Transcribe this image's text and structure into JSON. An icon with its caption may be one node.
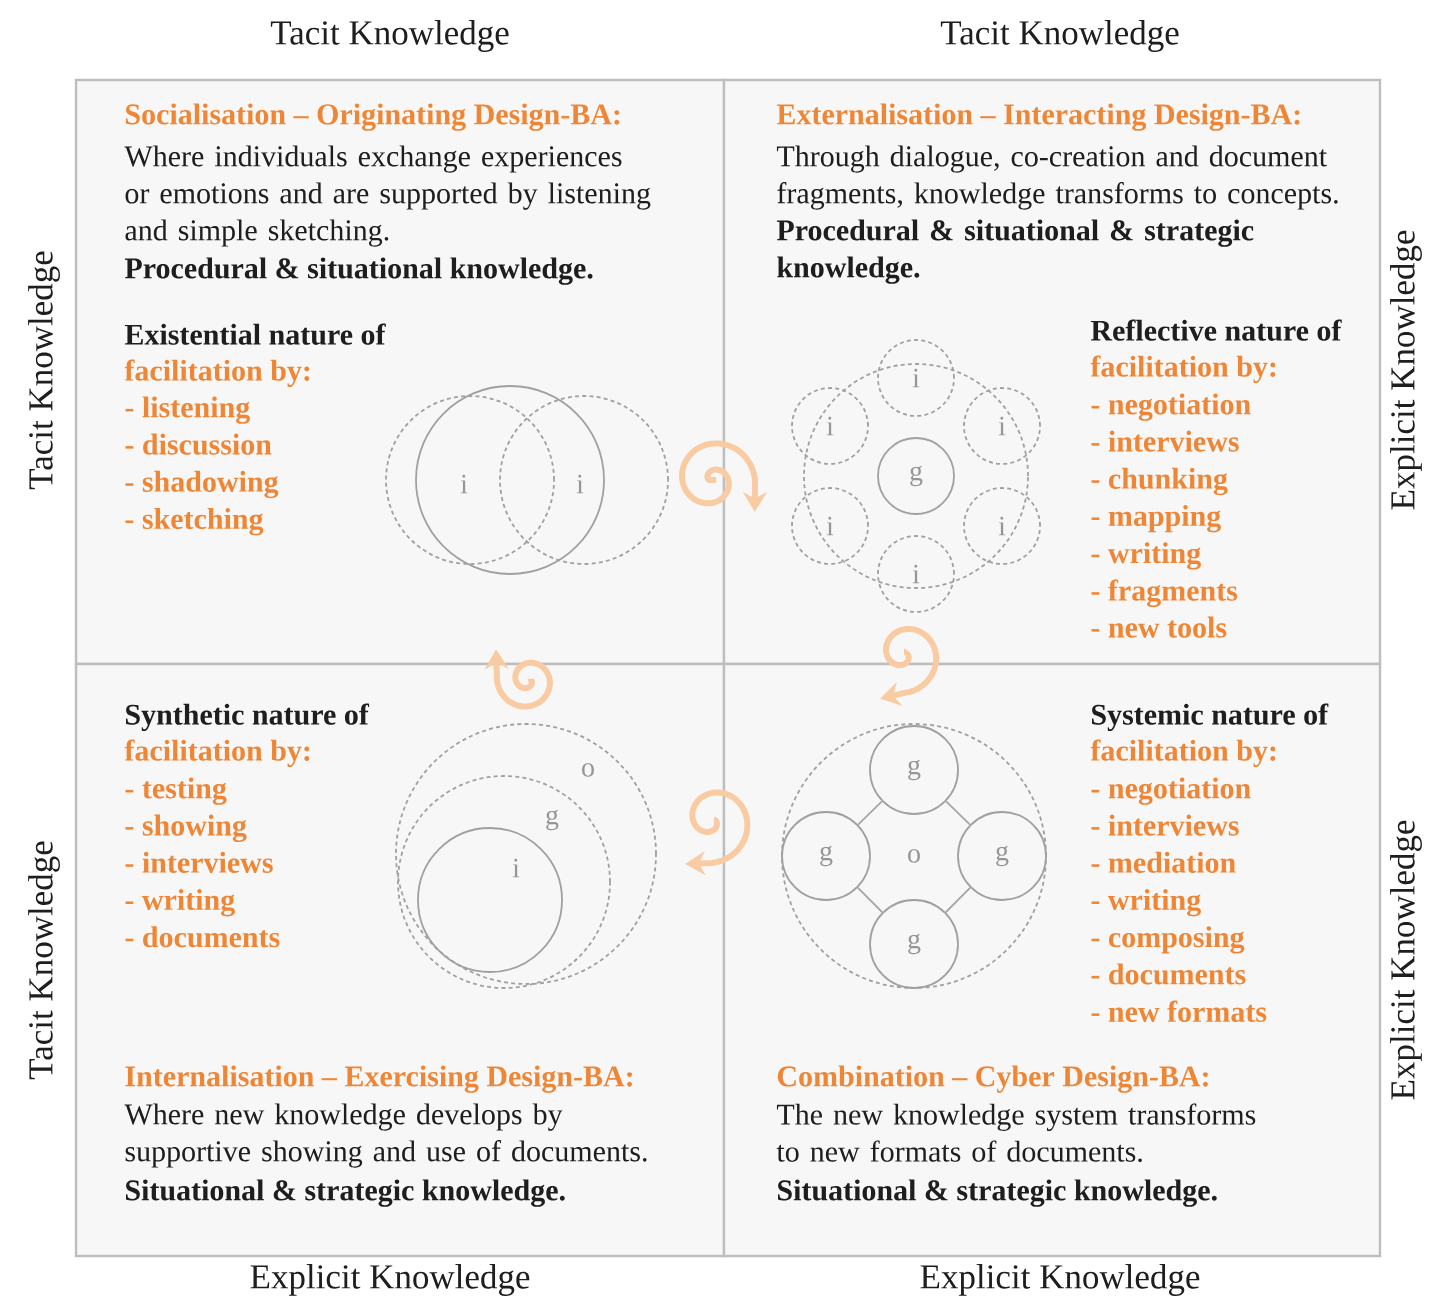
{
  "diagram": {
    "nodes": [
      {
        "text": [
          "Socialisation – Originating Design-BA:",
          "Where individuals exchange experiences or emotions and are supported by listening and simple sketching.",
          "Procedural & situational knowledge.",
          "Existential nature of",
          "facilitation by:",
          "- listening",
          "- discussion",
          "- shadowing",
          "- sketching"
        ]
      },
      {
        "text": [
          "i"
        ],
        "in": 0
      },
      {
        "text": [
          "i"
        ],
        "in": 0
      },
      {
        "text": [],
        "shape": "circle",
        "in": 0
      },
      {
        "text": [
          "Externalisation – Interacting Design-BA:",
          "Through dialogue, co-creation and document fragments, knowledge transforms to concepts.",
          "Procedural & situational & strategic knowledge.",
          "Reflective nature of",
          "facilitation by:",
          "- negotiation",
          "- interviews",
          "- chunking",
          "- mapping",
          "- writing",
          "- fragments",
          "- new tools"
        ]
      },
      {
        "text": [],
        "shape": "circle",
        "in": 4
      },
      {
        "text": [
          "i"
        ],
        "in": 4
      },
      {
        "text": [
          "i"
        ],
        "in": 4
      },
      {
        "text": [
          "i"
        ],
        "in": 4
      },
      {
        "text": [
          "g"
        ],
        "in": 5
      },
      {
        "text": [
          "i"
        ],
        "in": 4
      },
      {
        "text": [
          "i"
        ],
        "in": 4
      },
      {
        "text": [
          "i"
        ],
        "in": 4
      },
      {
        "text": [
          "Synthetic nature of",
          "facilitation by:",
          "- testing",
          "- showing",
          "- interviews",
          "- writing",
          "- documents",
          "Internalisation – Exercising Design-BA:",
          "Where new knowledge develops by supportive showing and use of documents.",
          "Situational & strategic knowledge."
        ]
      },
      {
        "text": [
          "o"
        ],
        "in": 13
      },
      {
        "text": [
          "g"
        ],
        "in": 14
      },
      {
        "text": [
          "i"
        ],
        "in": 15
      },
      {
        "text": [
          "Systemic nature of",
          "facilitation by:",
          "- negotiation",
          "- interviews",
          "- mediation",
          "- writing",
          "- composing",
          "- documents",
          "- new formats",
          "Combination – Cyber Design-BA:",
          "The new knowledge system transforms to new formats of documents.",
          "Situational & strategic knowledge."
        ]
      },
      {
        "text": [
          "o"
        ],
        "in": 17
      },
      {
        "text": [
          "g"
        ],
        "in": 18
      },
      {
        "text": [
          "g"
        ],
        "in": 18
      },
      {
        "text": [
          "g"
        ],
        "in": 18
      },
      {
        "text": [
          "g"
        ],
        "in": 18
      }
    ],
    "edges": [
      {
        "from": 0,
        "to": 4,
        "arrow": "to",
        "style": "thick",
        "color": "#f9cba3"
      },
      {
        "from": 4,
        "to": 17,
        "arrow": "to",
        "style": "thick",
        "color": "#f9cba3"
      },
      {
        "from": 17,
        "to": 13,
        "arrow": "to",
        "style": "thick",
        "color": "#f9cba3"
      },
      {
        "from": 13,
        "to": 0,
        "arrow": "to",
        "style": "thick",
        "color": "#f9cba3"
      },
      {
        "from": 19,
        "to": 20,
        "arrow": "none",
        "color": "#a6a6a6"
      },
      {
        "from": 19,
        "to": 21,
        "arrow": "none",
        "color": "#a6a6a6"
      },
      {
        "from": 20,
        "to": 22,
        "arrow": "none",
        "color": "#a6a6a6"
      },
      {
        "from": 21,
        "to": 22,
        "arrow": "none",
        "color": "#a6a6a6"
      }
    ],
    "labels": [
      "Tacit Knowledge",
      "Tacit Knowledge",
      "Tacit Knowledge",
      "Explicit Knowledge",
      "Tacit Knowledge",
      "Explicit Knowledge",
      "Explicit Knowledge",
      "Explicit Knowledge"
    ]
  }
}
